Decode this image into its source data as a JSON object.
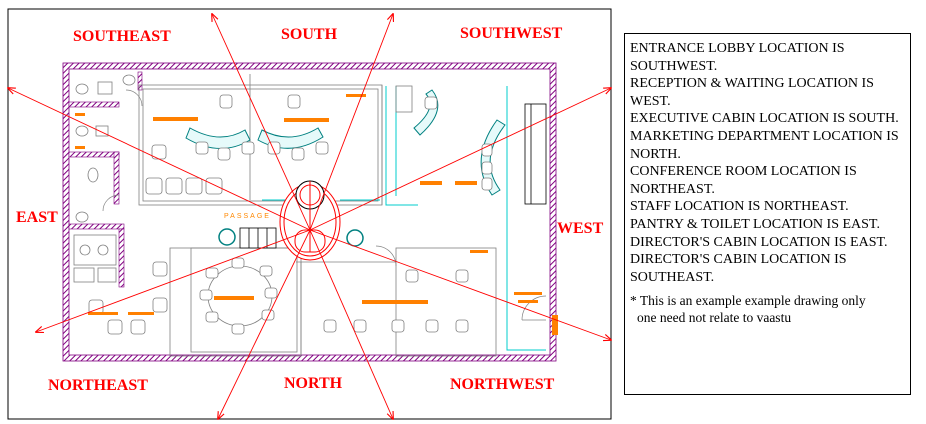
{
  "directions": {
    "southeast": "SOUTHEAST",
    "south": "SOUTH",
    "southwest": "SOUTHWEST",
    "east": "EAST",
    "west": "WEST",
    "northeast": "NORTHEAST",
    "north": "NORTH",
    "northwest": "NORTHWEST"
  },
  "plan": {
    "passage_label": "PASSAGE"
  },
  "legend": {
    "lines": [
      "ENTRANCE LOBBY LOCATION IS SOUTHWEST.",
      "RECEPTION & WAITING LOCATION IS WEST.",
      "EXECUTIVE CABIN LOCATION IS SOUTH.",
      "MARKETING DEPARTMENT LOCATION IS NORTH.",
      "CONFERENCE ROOM LOCATION IS NORTHEAST.",
      "STAFF LOCATION IS NORTHEAST.",
      "PANTRY & TOILET LOCATION IS EAST.",
      "DIRECTOR'S CABIN LOCATION IS EAST.",
      "DIRECTOR'S CABIN LOCATION IS SOUTHEAST."
    ],
    "note_line1": "* This is an example example drawing only",
    "note_line2": "one need not relate to vaastu"
  },
  "colors": {
    "direction_text": "#ff0000",
    "wall_purple": "#800080",
    "furniture_orange": "#ff8000",
    "cyan": "#00cccc",
    "line_gray": "#808080"
  }
}
